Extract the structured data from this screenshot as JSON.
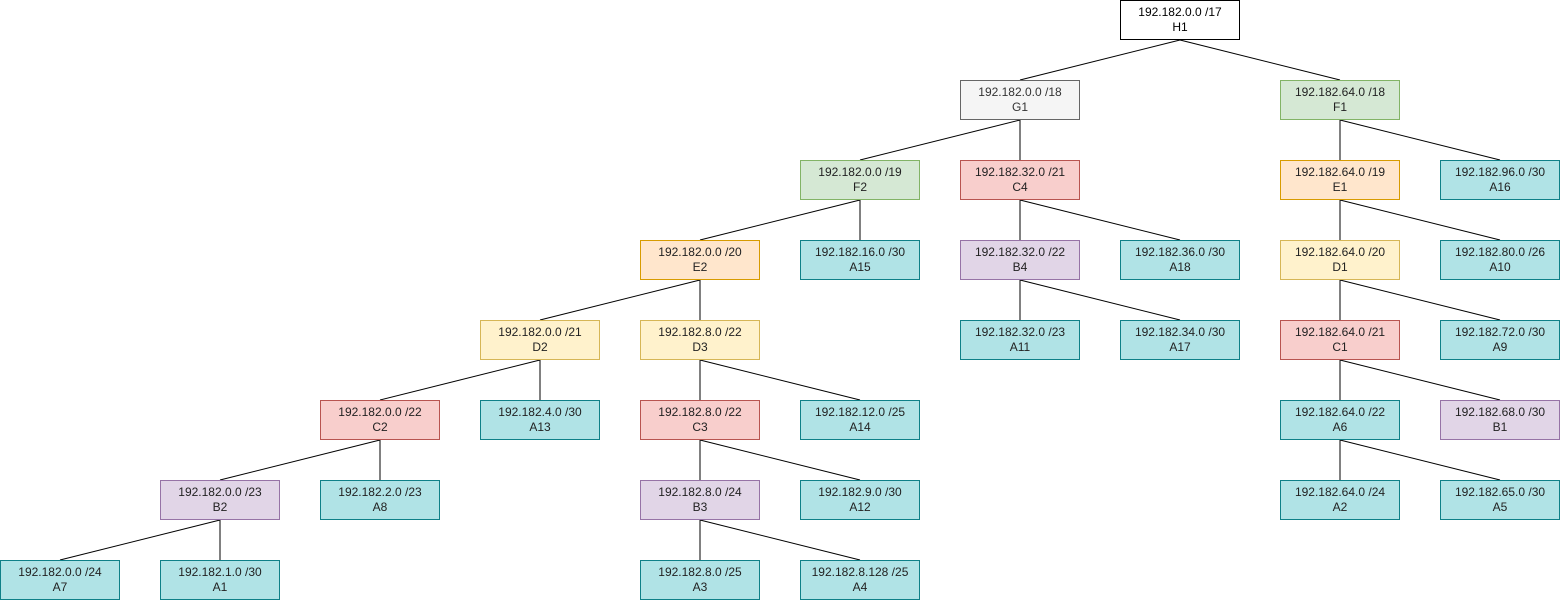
{
  "palette": {
    "white": {
      "fill": "#ffffff",
      "stroke": "#000000",
      "text": "#000000"
    },
    "gray": {
      "fill": "#f5f5f5",
      "stroke": "#666666",
      "text": "#333333"
    },
    "green": {
      "fill": "#d5e8d4",
      "stroke": "#82b366",
      "text": "#222222"
    },
    "peach": {
      "fill": "#ffe6cc",
      "stroke": "#d79b00",
      "text": "#222222"
    },
    "yellow": {
      "fill": "#fff2cc",
      "stroke": "#d6b656",
      "text": "#222222"
    },
    "red": {
      "fill": "#f8cecc",
      "stroke": "#b85450",
      "text": "#222222"
    },
    "purple": {
      "fill": "#e1d5e7",
      "stroke": "#9673a6",
      "text": "#222222"
    },
    "cyan": {
      "fill": "#b0e3e6",
      "stroke": "#0e8088",
      "text": "#222222"
    }
  },
  "nodes": [
    {
      "id": "H1",
      "subnet": "192.182.0.0 /17",
      "label": "H1",
      "color": "white"
    },
    {
      "id": "G1",
      "subnet": "192.182.0.0 /18",
      "label": "G1",
      "color": "gray"
    },
    {
      "id": "F1",
      "subnet": "192.182.64.0 /18",
      "label": "F1",
      "color": "green"
    },
    {
      "id": "F2",
      "subnet": "192.182.0.0 /19",
      "label": "F2",
      "color": "green"
    },
    {
      "id": "C4",
      "subnet": "192.182.32.0 /21",
      "label": "C4",
      "color": "red"
    },
    {
      "id": "E1",
      "subnet": "192.182.64.0 /19",
      "label": "E1",
      "color": "peach"
    },
    {
      "id": "A16",
      "subnet": "192.182.96.0 /30",
      "label": "A16",
      "color": "cyan"
    },
    {
      "id": "E2",
      "subnet": "192.182.0.0 /20",
      "label": "E2",
      "color": "peach"
    },
    {
      "id": "A15",
      "subnet": "192.182.16.0 /30",
      "label": "A15",
      "color": "cyan"
    },
    {
      "id": "B4",
      "subnet": "192.182.32.0 /22",
      "label": "B4",
      "color": "purple"
    },
    {
      "id": "A18",
      "subnet": "192.182.36.0 /30",
      "label": "A18",
      "color": "cyan"
    },
    {
      "id": "D1",
      "subnet": "192.182.64.0 /20",
      "label": "D1",
      "color": "yellow"
    },
    {
      "id": "A10",
      "subnet": "192.182.80.0 /26",
      "label": "A10",
      "color": "cyan"
    },
    {
      "id": "D2",
      "subnet": "192.182.0.0 /21",
      "label": "D2",
      "color": "yellow"
    },
    {
      "id": "D3",
      "subnet": "192.182.8.0 /22",
      "label": "D3",
      "color": "yellow"
    },
    {
      "id": "A11",
      "subnet": "192.182.32.0 /23",
      "label": "A11",
      "color": "cyan"
    },
    {
      "id": "A17",
      "subnet": "192.182.34.0 /30",
      "label": "A17",
      "color": "cyan"
    },
    {
      "id": "C1",
      "subnet": "192.182.64.0 /21",
      "label": "C1",
      "color": "red"
    },
    {
      "id": "A9",
      "subnet": "192.182.72.0 /30",
      "label": "A9",
      "color": "cyan"
    },
    {
      "id": "C2",
      "subnet": "192.182.0.0 /22",
      "label": "C2",
      "color": "red"
    },
    {
      "id": "A13",
      "subnet": "192.182.4.0 /30",
      "label": "A13",
      "color": "cyan"
    },
    {
      "id": "C3",
      "subnet": "192.182.8.0 /22",
      "label": "C3",
      "color": "red"
    },
    {
      "id": "A14",
      "subnet": "192.182.12.0 /25",
      "label": "A14",
      "color": "cyan"
    },
    {
      "id": "A6",
      "subnet": "192.182.64.0 /22",
      "label": "A6",
      "color": "cyan"
    },
    {
      "id": "B1",
      "subnet": "192.182.68.0 /30",
      "label": "B1",
      "color": "purple"
    },
    {
      "id": "B2",
      "subnet": "192.182.0.0 /23",
      "label": "B2",
      "color": "purple"
    },
    {
      "id": "A8",
      "subnet": "192.182.2.0 /23",
      "label": "A8",
      "color": "cyan"
    },
    {
      "id": "B3",
      "subnet": "192.182.8.0 /24",
      "label": "B3",
      "color": "purple"
    },
    {
      "id": "A12",
      "subnet": "192.182.9.0 /30",
      "label": "A12",
      "color": "cyan"
    },
    {
      "id": "A2",
      "subnet": "192.182.64.0 /24",
      "label": "A2",
      "color": "cyan"
    },
    {
      "id": "A5",
      "subnet": "192.182.65.0 /30",
      "label": "A5",
      "color": "cyan"
    },
    {
      "id": "A7",
      "subnet": "192.182.0.0 /24",
      "label": "A7",
      "color": "cyan"
    },
    {
      "id": "A1",
      "subnet": "192.182.1.0 /30",
      "label": "A1",
      "color": "cyan"
    },
    {
      "id": "A3",
      "subnet": "192.182.8.0 /25",
      "label": "A3",
      "color": "cyan"
    },
    {
      "id": "A4",
      "subnet": "192.182.8.128 /25",
      "label": "A4",
      "color": "cyan"
    }
  ],
  "edges": [
    [
      "H1",
      "G1"
    ],
    [
      "H1",
      "F1"
    ],
    [
      "G1",
      "F2"
    ],
    [
      "G1",
      "C4"
    ],
    [
      "F1",
      "E1"
    ],
    [
      "F1",
      "A16"
    ],
    [
      "F2",
      "E2"
    ],
    [
      "F2",
      "A15"
    ],
    [
      "C4",
      "B4"
    ],
    [
      "C4",
      "A18"
    ],
    [
      "E1",
      "D1"
    ],
    [
      "E1",
      "A10"
    ],
    [
      "E2",
      "D2"
    ],
    [
      "E2",
      "D3"
    ],
    [
      "B4",
      "A11"
    ],
    [
      "B4",
      "A17"
    ],
    [
      "D1",
      "C1"
    ],
    [
      "D1",
      "A9"
    ],
    [
      "D2",
      "C2"
    ],
    [
      "D2",
      "A13"
    ],
    [
      "D3",
      "C3"
    ],
    [
      "D3",
      "A14"
    ],
    [
      "C1",
      "A6"
    ],
    [
      "C1",
      "B1"
    ],
    [
      "C2",
      "B2"
    ],
    [
      "C2",
      "A8"
    ],
    [
      "C3",
      "B3"
    ],
    [
      "C3",
      "A12"
    ],
    [
      "A6",
      "A2"
    ],
    [
      "A6",
      "A5"
    ],
    [
      "B2",
      "A7"
    ],
    [
      "B2",
      "A1"
    ],
    [
      "B3",
      "A3"
    ],
    [
      "B3",
      "A4"
    ]
  ]
}
